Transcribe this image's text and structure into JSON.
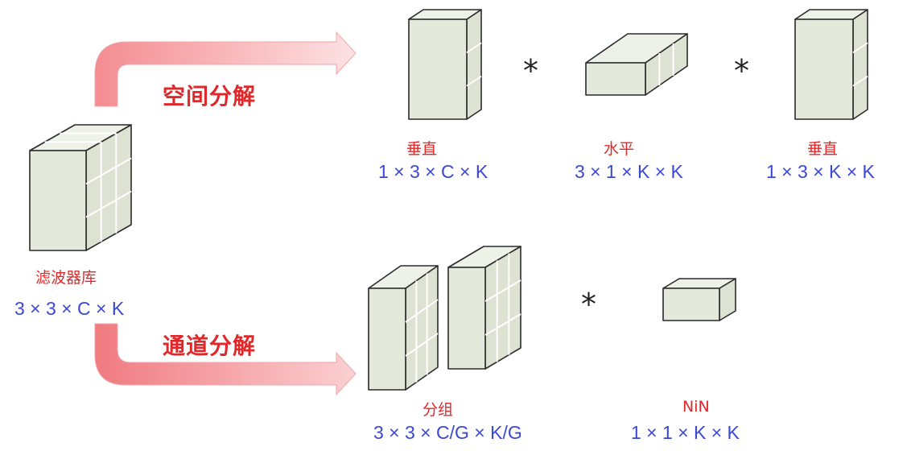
{
  "colors": {
    "face": "#e5e9dc",
    "edge": "#2a2a2a",
    "arrow": "#f5a3a6",
    "label_red": "#e0282a",
    "label_blue": "#3b48d6"
  },
  "filter_bank": {
    "label": "滤波器库",
    "dims": "3 × 3 × C × K"
  },
  "spatial": {
    "title": "空间分解",
    "items": [
      {
        "label": "垂直",
        "dims": "1 × 3 × C × K"
      },
      {
        "label": "水平",
        "dims": "3 × 1 × K × K"
      },
      {
        "label": "垂直",
        "dims": "1 × 3 × K × K"
      }
    ],
    "operator": "*"
  },
  "channel": {
    "title": "通道分解",
    "items": [
      {
        "label": "分组",
        "dims": "3 × 3 × C/G × K/G"
      },
      {
        "label": "NiN",
        "dims": "1 × 1 × K × K"
      }
    ],
    "operator": "*"
  }
}
